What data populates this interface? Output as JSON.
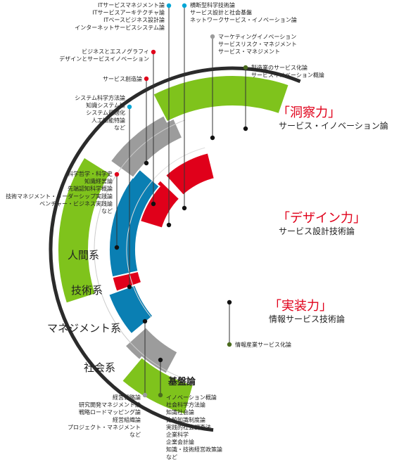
{
  "palette": {
    "red": "#e0001a",
    "blue": "#0a7fb3",
    "gray": "#9c9c9c",
    "green": "#7fc31c",
    "black": "#2b2b2b",
    "cyan_dot": "#00a6d6",
    "red_dot": "#e0001a",
    "gray_dot": "#9c9c9c",
    "olive_dot": "#4a6b1e"
  },
  "band_labels": {
    "human": "人間系",
    "tech": "技術系",
    "management": "マネジメント系",
    "social": "社会系",
    "foundation": "基盤論"
  },
  "capabilities": [
    {
      "bracket": "「洞察力」",
      "subtitle": "サービス・イノベーション論"
    },
    {
      "bracket": "「デザイン力」",
      "subtitle": "サービス設計技術論"
    },
    {
      "bracket": "「実装力」",
      "subtitle": "情報サービス技術論"
    }
  ],
  "notes": {
    "it_service": [
      "ITサービスマネジメント論",
      "ITサービスアーキテクチャ論",
      "ITベースビジネス設計論",
      "インターネットサービスシステム論"
    ],
    "cross_tech": [
      "横断型科学技術論",
      "サービス設計と社会基盤",
      "ネットワークサービス・イノベーション論"
    ],
    "marketing": [
      "マーケティングイノベーション",
      "サービスリスク・マネジメント",
      "サービス・マネジメント"
    ],
    "manufacturing": [
      "製造業のサービス化論",
      "サービスイノベーション概論"
    ],
    "business_ethno": [
      "ビジネスとエスノグラフィ",
      "デザインとサービスイノベーション"
    ],
    "service_creation": [
      "サービス創造論"
    ],
    "systems_science": [
      "システム科学方法論",
      "知識システム論",
      "システム最適化",
      "人工知能特論",
      "など"
    ],
    "philosophy": [
      "科学哲学・科学史",
      "知識経営論",
      "先端認知科学概論",
      "技術マネジメント・リーダーシップ実践論",
      "ベンチャー・ビジネス実践論",
      "など"
    ],
    "info_industry": [
      "情報産業サービス化論"
    ],
    "management_left": [
      "経営戦略論",
      "研究開発マネジメント論",
      "戦略ロードマッピング論",
      "経営組織論",
      "プロジェクト・マネジメント",
      "など"
    ],
    "social_right": [
      "イノベーション概論",
      "社会科学方法論",
      "知識社会論",
      "比較知識制度論",
      "実践的社会調査法",
      "企業科学",
      "企業会計論",
      "知識・技術経営政策論",
      "など"
    ]
  }
}
